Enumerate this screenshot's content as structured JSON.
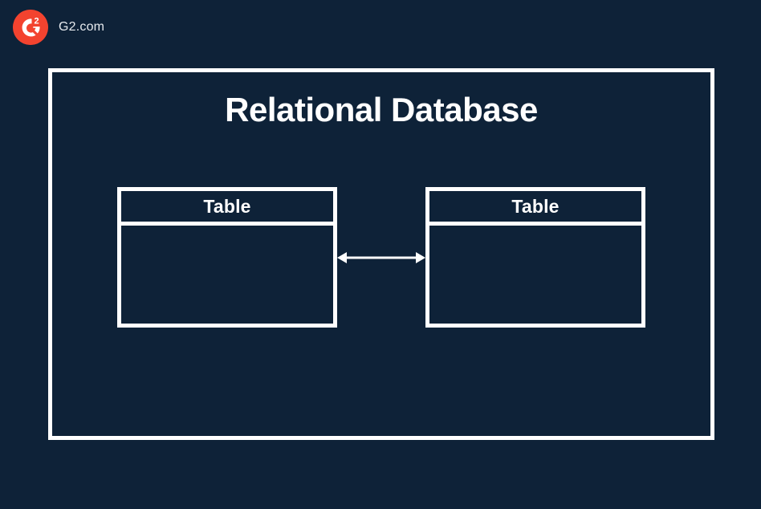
{
  "brand": {
    "name": "G2.com",
    "logo_icon": "g2-logo-icon",
    "logo_color": "#f3432f",
    "logo_text": "G",
    "logo_superscript": "2"
  },
  "diagram": {
    "title": "Relational Database",
    "background_color": "#0e2238",
    "stroke_color": "#ffffff",
    "connector_icon": "double-headed-arrow-icon",
    "tables": [
      {
        "header": "Table",
        "body": ""
      },
      {
        "header": "Table",
        "body": ""
      }
    ]
  }
}
